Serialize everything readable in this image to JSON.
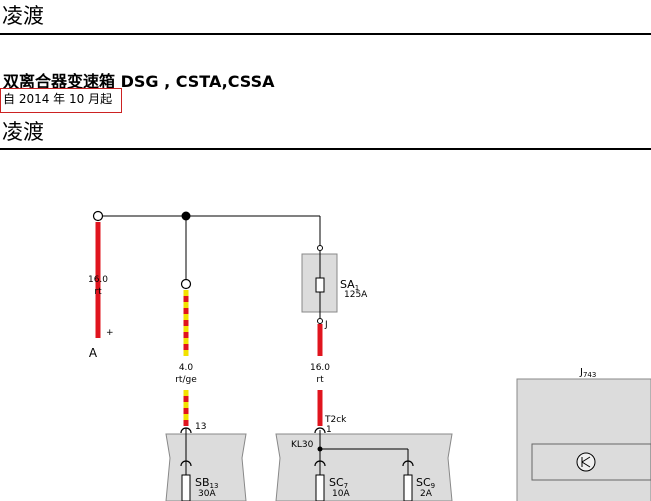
{
  "header": {
    "top_title": "凌渡",
    "second_title": "凌渡"
  },
  "document": {
    "title": "双离合器变速箱 DSG , CSTA,CSSA",
    "since": "自 2014 年 10 月起"
  },
  "diagram": {
    "wire_a": {
      "gauge": "16.0",
      "color": "rt",
      "end_label": "A",
      "polarity": "+"
    },
    "wire_sb": {
      "gauge": "4.0",
      "color": "rt/ge",
      "pin": "13"
    },
    "fuse_sa1": {
      "name": "SA",
      "sub": "1",
      "rating": "125A",
      "pin_label": "J"
    },
    "wire_sa": {
      "gauge": "16.0",
      "color": "rt"
    },
    "connector": {
      "name": "T2ck",
      "pin": "1"
    },
    "terminal_label": "KL30",
    "fuse_sb13": {
      "name": "SB",
      "sub": "13",
      "rating": "30A"
    },
    "fuse_sc7": {
      "name": "SC",
      "sub": "7",
      "rating": "10A"
    },
    "fuse_sc9": {
      "name": "SC",
      "sub": "9",
      "rating": "2A"
    },
    "module_j743": {
      "name": "J",
      "sub": "743"
    },
    "colors": {
      "red": "#e0141e",
      "yellow": "#f2e200",
      "box_fill": "#dcdcdc"
    }
  }
}
